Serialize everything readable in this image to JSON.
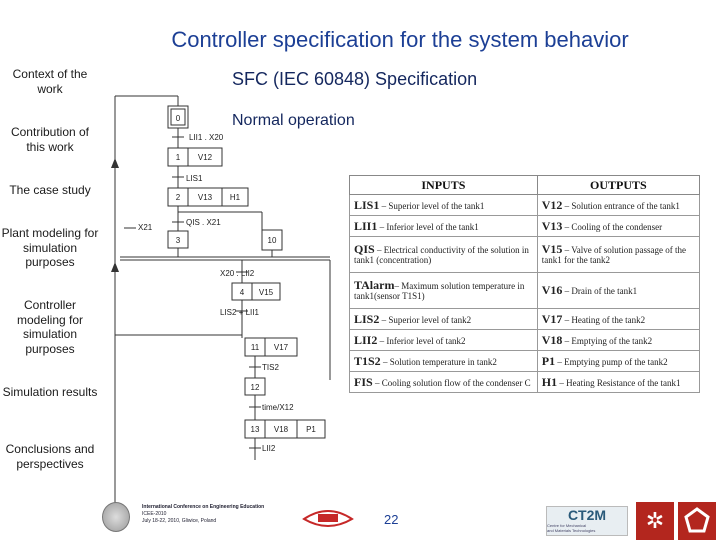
{
  "title": "Controller specification for the system behavior",
  "nav": [
    "Context of the work",
    "Contribution of this work",
    "The case study",
    "Plant modeling for simulation purposes",
    "Controller modeling for simulation purposes",
    "Simulation results",
    "Conclusions and perspectives"
  ],
  "sfc_title": "SFC (IEC 60848) Specification",
  "normal_operation": "Normal operation",
  "grafcet": {
    "steps": [
      "0",
      "1",
      "2",
      "3",
      "4",
      "10",
      "11",
      "12",
      "13"
    ],
    "actions": [
      "V12",
      "V13",
      "H1",
      "V15",
      "V17",
      "V18",
      "P1"
    ],
    "transitions": [
      "LII1 . X20",
      "LIS1",
      "QIS . X21",
      "X20 . LII2",
      "LIS2 + LII1",
      "TIS2",
      "time/X12",
      "LII2"
    ],
    "side_label": "X21"
  },
  "table": {
    "headers": [
      "INPUTS",
      "OUTPUTS"
    ],
    "rows": [
      {
        "in_code": "LIS1",
        "in_text": " – Superior level of the tank1",
        "out_code": "V12",
        "out_text": " – Solution entrance of the tank1"
      },
      {
        "in_code": "LII1",
        "in_text": " – Inferior level of the tank1",
        "out_code": "V13",
        "out_text": " – Cooling of the condenser"
      },
      {
        "in_code": "QIS",
        "in_text": " – Electrical conductivity of the solution in tank1 (concentration)",
        "out_code": "V15",
        "out_text": " – Valve of solution passage of the tank1 for the tank2"
      },
      {
        "in_code": "TAlarm",
        "in_text": "– Maximum solution temperature in tank1(sensor T1S1)",
        "out_code": "V16",
        "out_text": " – Drain of the tank1"
      },
      {
        "in_code": "LIS2",
        "in_text": " – Superior level of tank2",
        "out_code": "V17",
        "out_text": " – Heating of the tank2"
      },
      {
        "in_code": "LII2",
        "in_text": " – Inferior level of tank2",
        "out_code": "V18",
        "out_text": " – Emptying of the tank2"
      },
      {
        "in_code": "T1S2",
        "in_text": " – Solution temperature in tank2",
        "out_code": "P1",
        "out_text": " – Emptying pump of the tank2"
      },
      {
        "in_code": "FIS",
        "in_text": " – Cooling solution flow of the condenser C",
        "out_code": "H1",
        "out_text": " – Heating Resistance of the tank1"
      }
    ]
  },
  "footer": {
    "conference": [
      "International Conference on Engineering Education",
      "ICEE-2010",
      "July 18-22, 2010, Gliwice, Poland"
    ],
    "page_number": "22",
    "ct2m": "CT2M",
    "ct2m_sub": [
      "Centre for Mechanical",
      "and Materials Technologies"
    ]
  },
  "colors": {
    "title": "#1c3f95",
    "heading": "#14275e",
    "brand_red": "#b3261e"
  }
}
